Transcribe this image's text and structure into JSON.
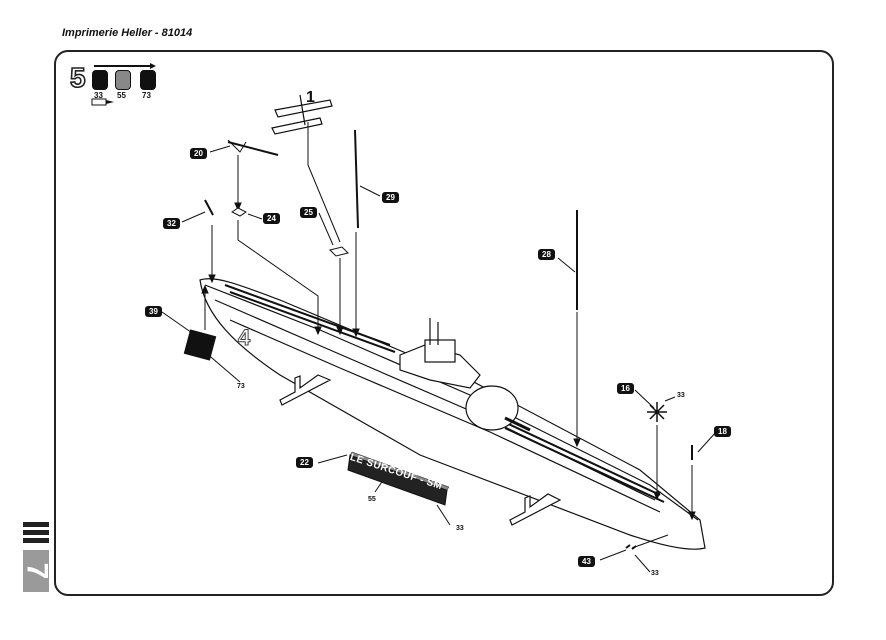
{
  "header": {
    "title": "Imprimerie Heller - 81014"
  },
  "sidebar": {
    "page_tab": "7"
  },
  "step": {
    "number": "5"
  },
  "paints": [
    {
      "code": "33",
      "icon": "paint-pot-icon"
    },
    {
      "code": "55",
      "icon": "paint-pot-icon"
    },
    {
      "code": "73",
      "icon": "paint-pot-icon"
    }
  ],
  "callouts": {
    "p16": "16",
    "p18": "18",
    "p20": "20",
    "p22": "22",
    "p24": "24",
    "p25": "25",
    "p28": "28",
    "p29": "29",
    "p32": "32",
    "p39": "39",
    "p43": "43"
  },
  "paint_refs": {
    "r39": "73",
    "r22a": "55",
    "r22b": "33",
    "r16": "33",
    "r43": "33"
  },
  "hull": {
    "marking": "4"
  },
  "nameplate": {
    "text": "LE SURCOUF - SM"
  },
  "colors": {
    "ink": "#111111",
    "paper": "#ffffff",
    "gray": "#888888"
  }
}
